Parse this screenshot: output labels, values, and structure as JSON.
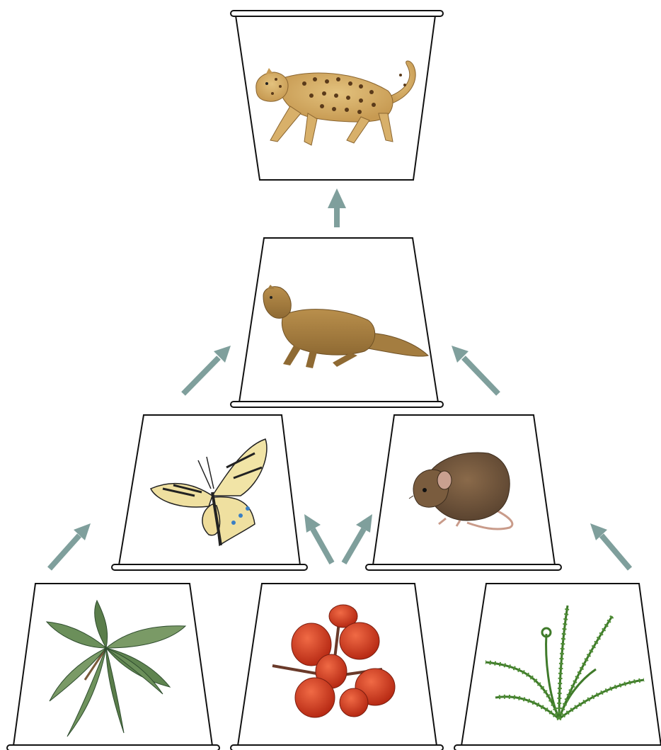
{
  "diagram": {
    "type": "food-web",
    "arrow_color": "#7f9f9c",
    "cup_stroke": "#111111",
    "nodes": [
      {
        "id": "leopard",
        "icon": "leopard-illustration"
      },
      {
        "id": "mongoose",
        "icon": "mongoose-illustration"
      },
      {
        "id": "butterfly",
        "icon": "swallowtail-butterfly-illustration"
      },
      {
        "id": "mouse",
        "icon": "mouse-illustration"
      },
      {
        "id": "leaves",
        "icon": "leafy-branch-illustration"
      },
      {
        "id": "fruit",
        "icon": "red-fruit-cluster-illustration"
      },
      {
        "id": "fern",
        "icon": "fern-illustration"
      }
    ],
    "edges": [
      {
        "from": "mongoose",
        "to": "leopard"
      },
      {
        "from": "butterfly",
        "to": "mongoose"
      },
      {
        "from": "mouse",
        "to": "mongoose"
      },
      {
        "from": "leaves",
        "to": "butterfly"
      },
      {
        "from": "fruit",
        "to": "butterfly"
      },
      {
        "from": "fruit",
        "to": "mouse"
      },
      {
        "from": "fern",
        "to": "mouse"
      }
    ]
  }
}
